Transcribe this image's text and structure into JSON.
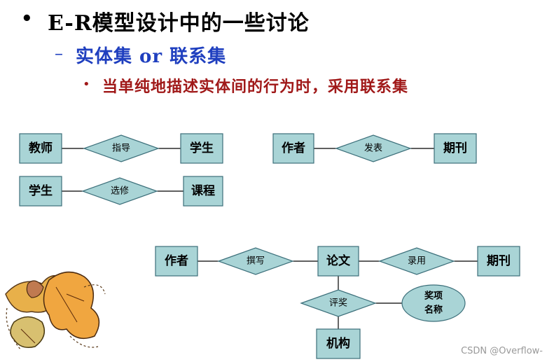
{
  "slide": {
    "title": "E-R模型设计中的一些讨论",
    "subtitle": "实体集 or 联系集",
    "point": "当单纯地描述实体间的行为时，采用联系集"
  },
  "diagrams": {
    "teach": {
      "entity1": "教师",
      "relation": "指导",
      "entity2": "学生"
    },
    "course": {
      "entity1": "学生",
      "relation": "选修",
      "entity2": "课程"
    },
    "publish": {
      "entity1": "作者",
      "relation": "发表",
      "entity2": "期刊"
    },
    "paper": {
      "author": "作者",
      "write": "撰写",
      "paper": "论文",
      "accept": "录用",
      "journal": "期刊",
      "award": "评奖",
      "attr_line1": "奖项",
      "attr_line2": "名称",
      "org": "机构"
    }
  },
  "watermark": "CSDN @Overflow-",
  "colors": {
    "shape_fill": "#a9d4d6",
    "subtitle": "#1f3fbf",
    "point": "#a01818"
  }
}
